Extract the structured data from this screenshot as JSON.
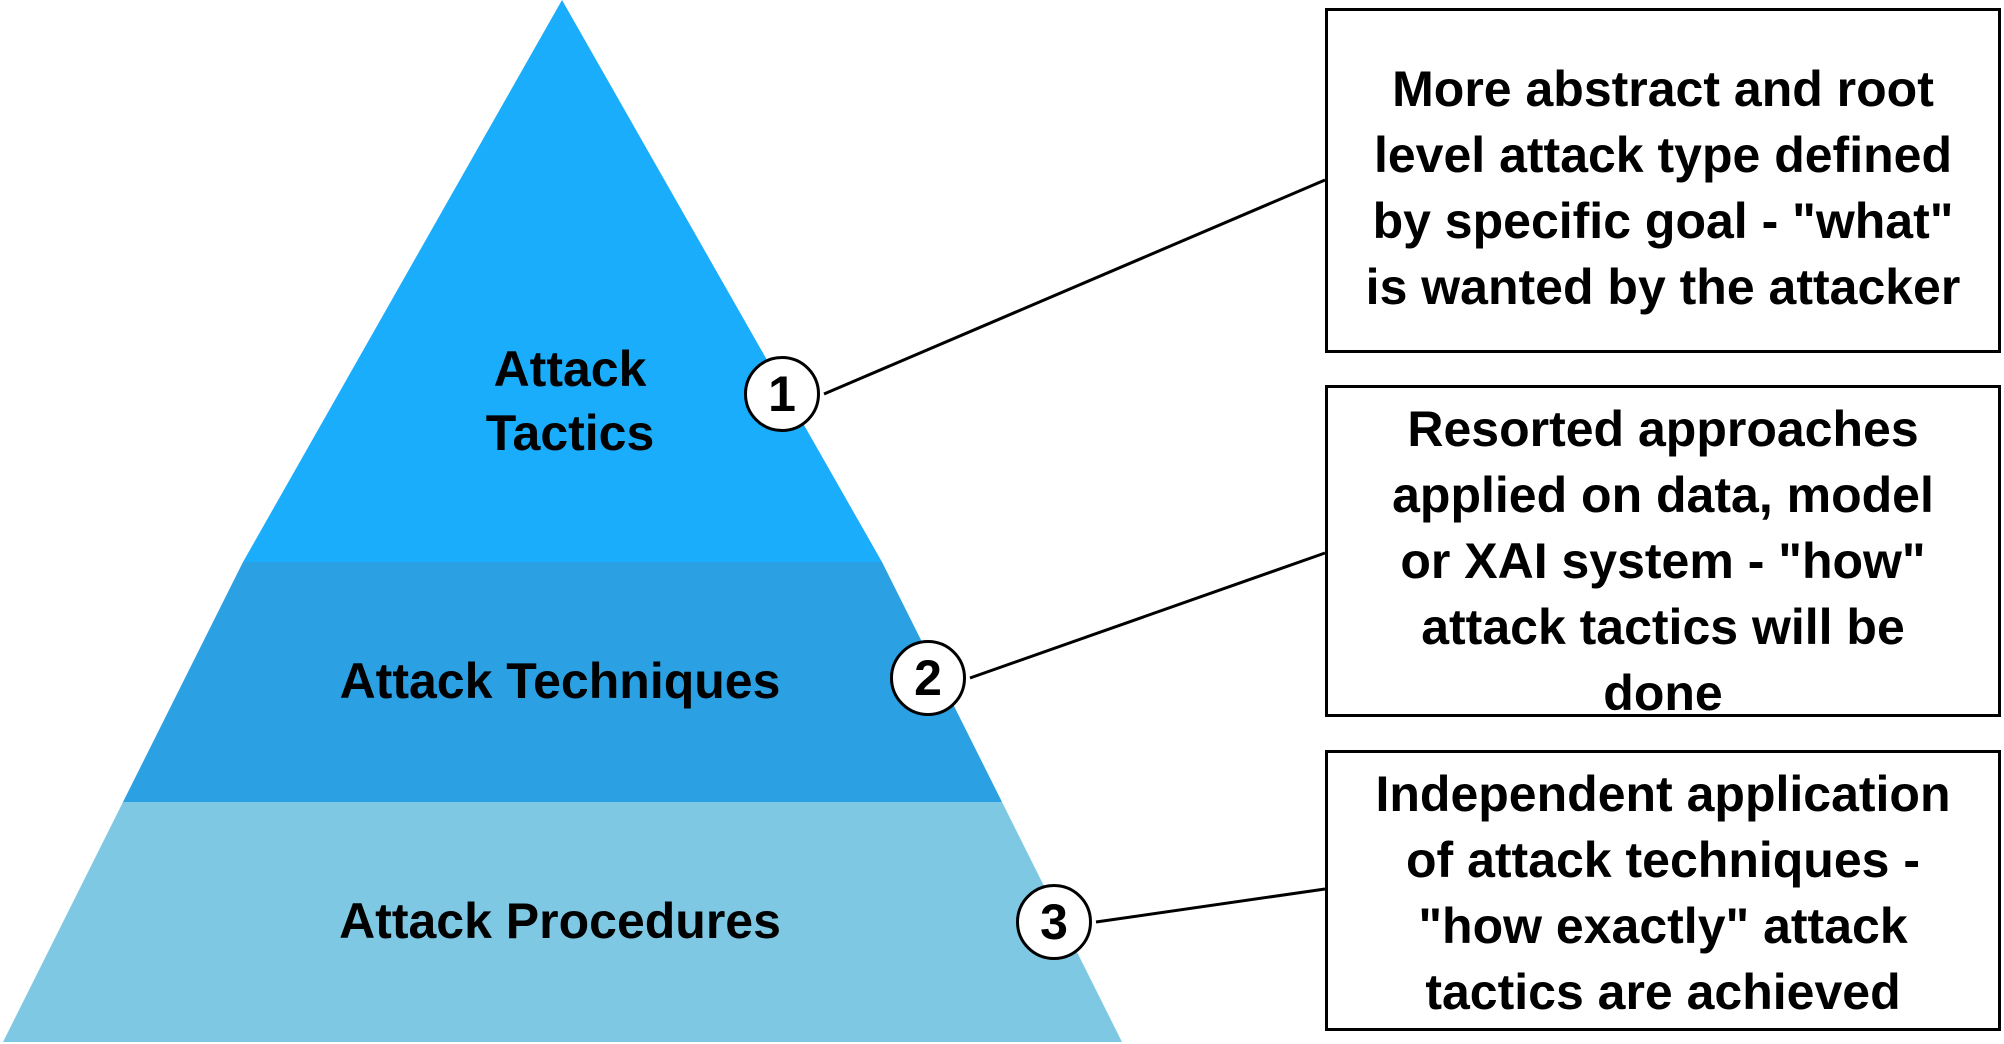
{
  "colors": {
    "tactics": "#1aadfb",
    "techniques": "#2ba1e3",
    "procedures": "#7ec8e3"
  },
  "tiers": [
    {
      "number": "1",
      "label_lines": [
        "Attack",
        "Tactics"
      ]
    },
    {
      "number": "2",
      "label_lines": [
        "Attack Techniques"
      ]
    },
    {
      "number": "3",
      "label_lines": [
        "Attack Procedures"
      ]
    }
  ],
  "descriptions": [
    {
      "lines": [
        "More abstract and root",
        "level attack type defined",
        "by specific goal - \"what\"",
        "is wanted by the attacker"
      ]
    },
    {
      "lines": [
        "Resorted approaches",
        "applied on data, model",
        "or XAI system -  \"how\"",
        "attack tactics will be",
        "done"
      ]
    },
    {
      "lines": [
        "Independent application",
        "of attack techniques -",
        "\"how exactly\" attack",
        "tactics are achieved"
      ]
    }
  ]
}
